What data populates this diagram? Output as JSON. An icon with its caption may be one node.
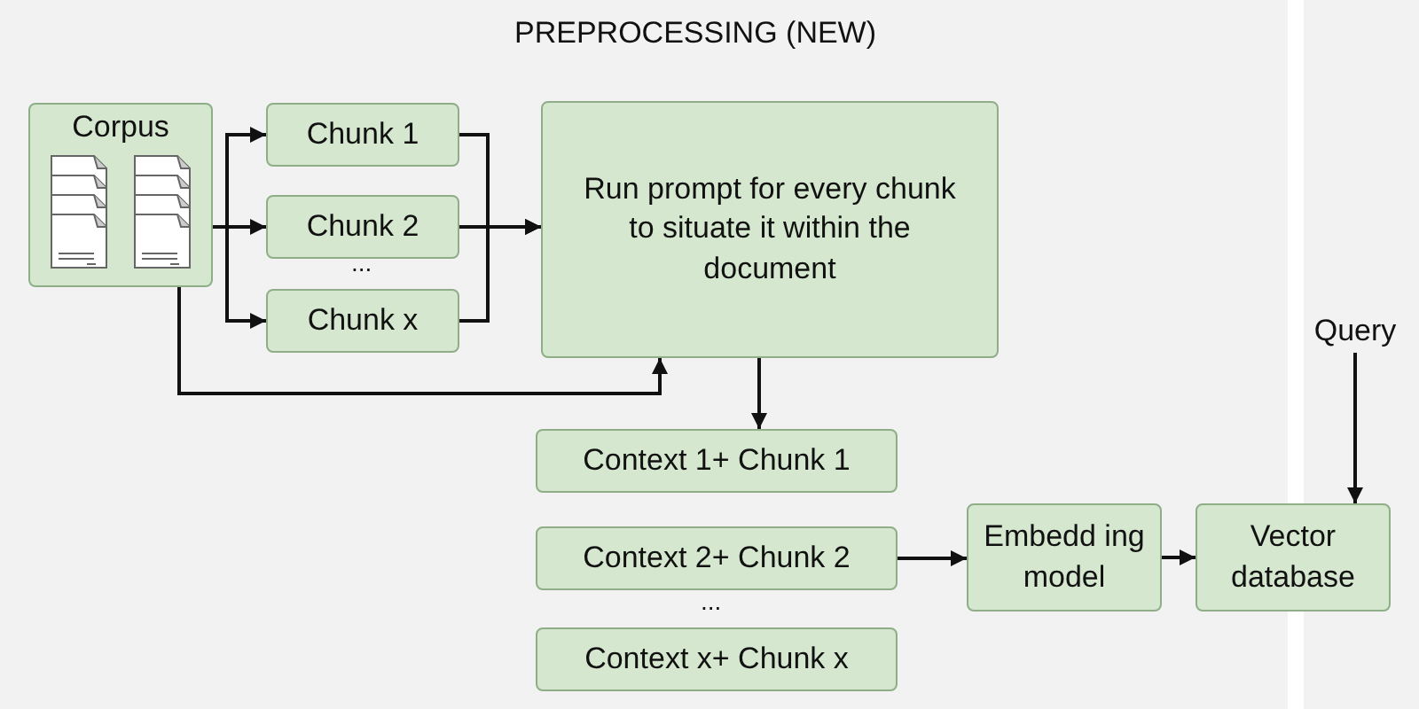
{
  "diagram": {
    "title": "PREPROCESSING (NEW)",
    "nodes": [
      {
        "text": [
          "Corpus"
        ]
      },
      {
        "text": [
          "Chunk 1"
        ]
      },
      {
        "text": [
          "Chunk 2"
        ]
      },
      {
        "text": [
          "Chunk x"
        ]
      },
      {
        "text": [
          "Run prompt for every chunk to situate it within the document"
        ]
      },
      {
        "text": [
          "Context 1+ Chunk 1"
        ]
      },
      {
        "text": [
          "Context 2+ Chunk 2"
        ]
      },
      {
        "text": [
          "Context x+ Chunk x"
        ]
      },
      {
        "text": [
          "Embedd ing model"
        ]
      },
      {
        "text": [
          "Vector database"
        ]
      },
      {
        "text": [
          "Query"
        ]
      }
    ],
    "edges": [
      {
        "from": 0,
        "to": 1,
        "arrow": "to"
      },
      {
        "from": 0,
        "to": 2,
        "arrow": "to"
      },
      {
        "from": 0,
        "to": 3,
        "arrow": "to"
      },
      {
        "from": 1,
        "to": 4,
        "arrow": "to"
      },
      {
        "from": 2,
        "to": 4,
        "arrow": "to"
      },
      {
        "from": 3,
        "to": 4,
        "arrow": "to"
      },
      {
        "from": 0,
        "to": 4,
        "arrow": "to"
      },
      {
        "from": 4,
        "to": 5,
        "arrow": "to"
      },
      {
        "from": 6,
        "to": 8,
        "arrow": "to"
      },
      {
        "from": 8,
        "to": 9,
        "arrow": "to"
      },
      {
        "from": 10,
        "to": 9,
        "arrow": "to"
      }
    ],
    "labels": [
      "...",
      "..."
    ]
  }
}
